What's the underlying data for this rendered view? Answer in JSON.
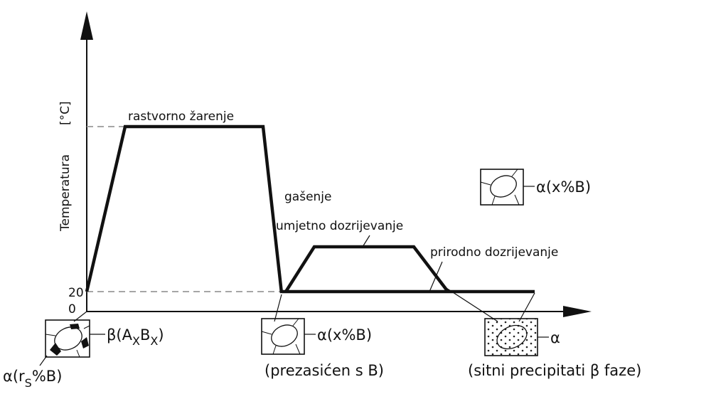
{
  "axis": {
    "y_label": "Temperatura",
    "y_unit": "[°C]",
    "tick_20": "20",
    "tick_0": "0"
  },
  "process": {
    "solution_annealing": "rastvorno žarenje",
    "quenching": "gašenje",
    "artificial_aging": "umjetno dozrijevanje",
    "natural_aging": "prirodno dozrijevanje"
  },
  "micro": {
    "start_alpha_a": "α(r",
    "start_alpha_sub": "S",
    "start_alpha_b": "%B)",
    "start_beta_a": "β(A",
    "start_beta_x1": "X",
    "start_beta_b": "B",
    "start_beta_x2": "X",
    "start_beta_c": ")",
    "quenched_alpha": "α(x%B)",
    "quenched_note": "(prezasićen s B)",
    "aged_alpha": "α(x%B)",
    "precip_alpha": "α",
    "precip_note": "(sitni precipitati β faze)"
  },
  "colors": {
    "line": "#111111",
    "dash": "#9a9a9a"
  }
}
